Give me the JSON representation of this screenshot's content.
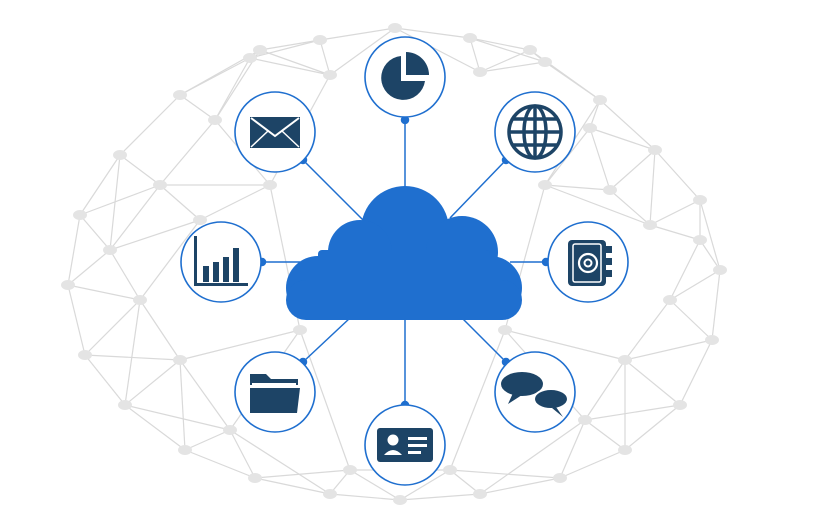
{
  "colors": {
    "background": "#ffffff",
    "mesh": "#d9d9d9",
    "mesh_node": "#e4e4e4",
    "cloud": "#1f6fcf",
    "connector": "#1f6fcf",
    "icon_ring": "#1f6fcf",
    "icon_fill": "#1d4466"
  },
  "hub": {
    "icon": "cloud-icon"
  },
  "nodes": [
    {
      "id": "pie-chart",
      "icon": "pie-chart-icon"
    },
    {
      "id": "email",
      "icon": "envelope-icon"
    },
    {
      "id": "web",
      "icon": "globe-icon"
    },
    {
      "id": "analytics",
      "icon": "bar-chart-icon"
    },
    {
      "id": "contacts",
      "icon": "address-book-icon"
    },
    {
      "id": "files",
      "icon": "folder-icon"
    },
    {
      "id": "chat",
      "icon": "chat-bubbles-icon"
    },
    {
      "id": "identity",
      "icon": "id-card-icon"
    }
  ]
}
